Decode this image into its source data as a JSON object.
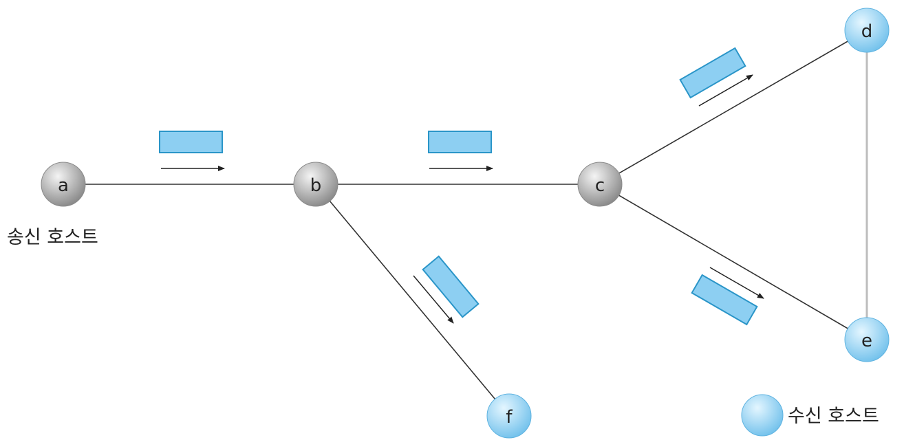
{
  "nodes": {
    "a": {
      "label": "a",
      "role": "sender"
    },
    "b": {
      "label": "b",
      "role": "router"
    },
    "c": {
      "label": "c",
      "role": "router"
    },
    "d": {
      "label": "d",
      "role": "receiver"
    },
    "e": {
      "label": "e",
      "role": "receiver"
    },
    "f": {
      "label": "f",
      "role": "receiver"
    }
  },
  "links": [
    {
      "from": "a",
      "to": "b",
      "packet": true
    },
    {
      "from": "b",
      "to": "c",
      "packet": true
    },
    {
      "from": "b",
      "to": "f",
      "packet": true
    },
    {
      "from": "c",
      "to": "d",
      "packet": true
    },
    {
      "from": "c",
      "to": "e",
      "packet": true
    },
    {
      "from": "d",
      "to": "e",
      "packet": false
    }
  ],
  "sender_caption": "송신 호스트",
  "legend": {
    "receiver_caption": "수신 호스트"
  },
  "colors": {
    "packet_fill": "#8dcff2",
    "packet_stroke": "#2a95c8",
    "receiver_light": "#e4f6ff",
    "receiver_dark": "#74c2ec",
    "router_light": "#f4f4f4",
    "router_dark": "#8a8a8a",
    "link": "#333333",
    "link_muted": "#bdbdbd"
  }
}
